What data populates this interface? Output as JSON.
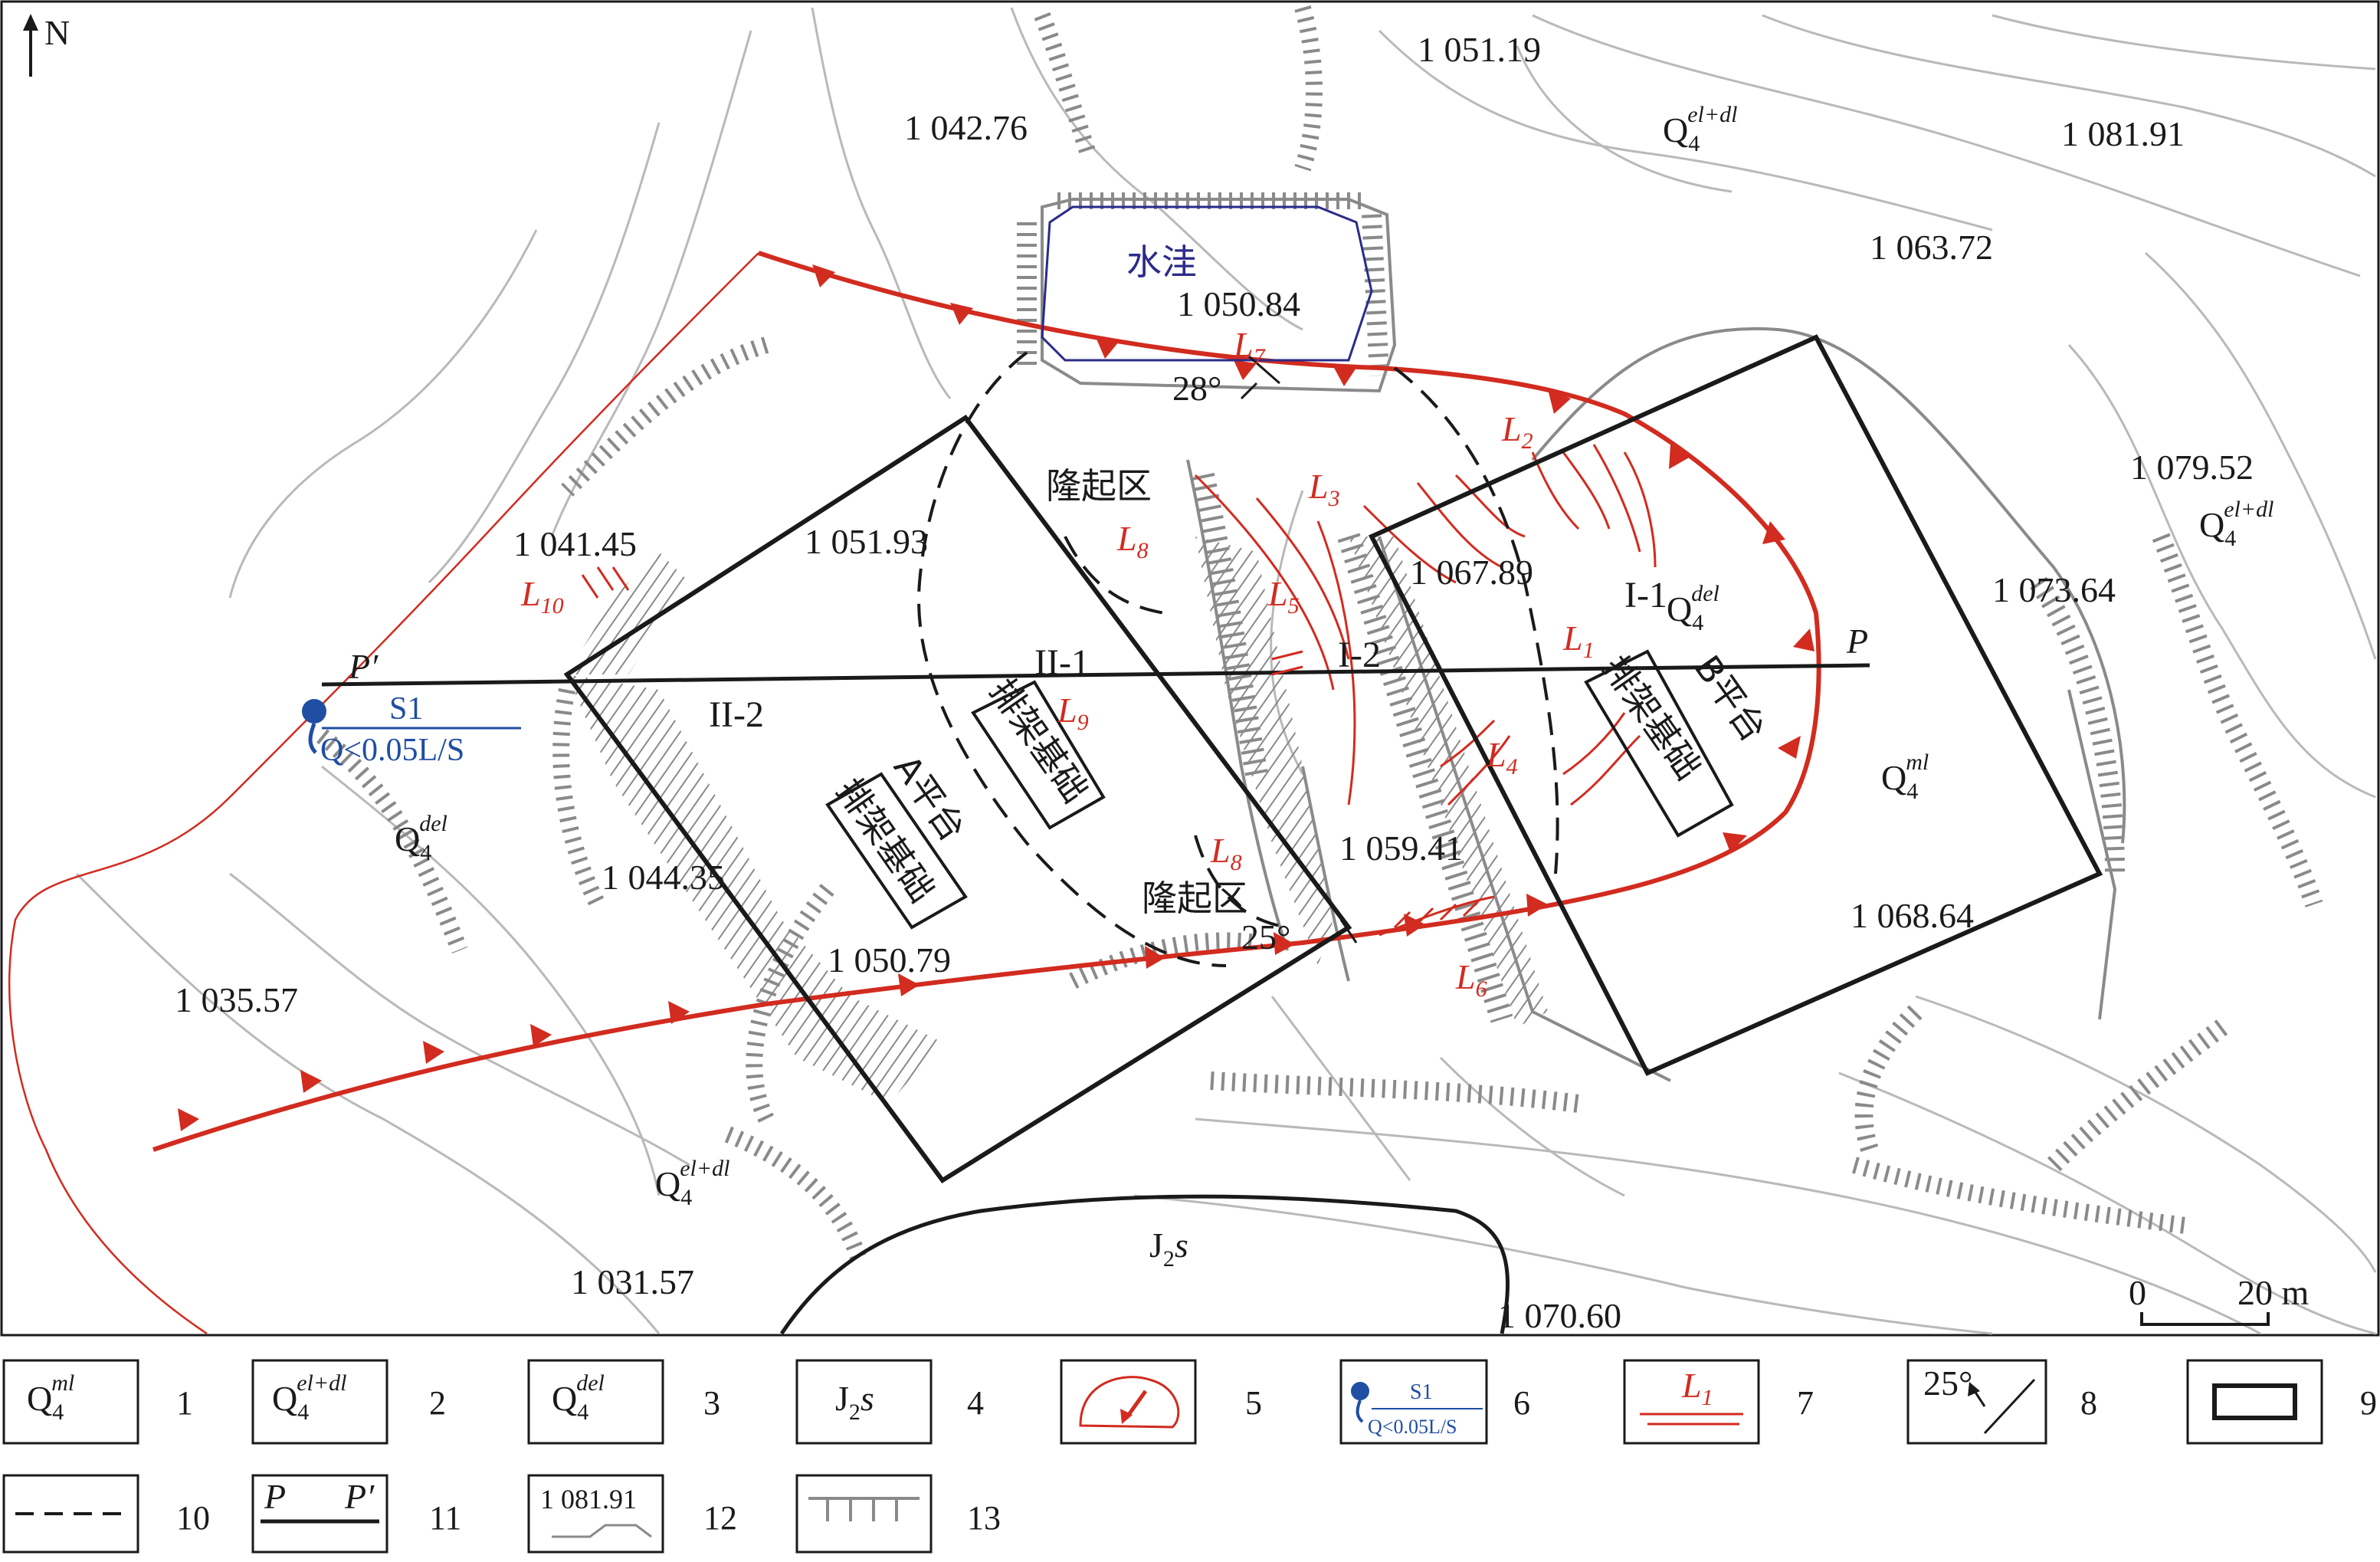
{
  "north": "N",
  "elevations": [
    "1 051.19",
    "1 042.76",
    "1 081.91",
    "1 063.72",
    "1 050.84",
    "1 079.52",
    "1 041.45",
    "1 051.93",
    "1 067.89",
    "1 073.64",
    "1 059.41",
    "1 044.35",
    "1 068.64",
    "1 050.79",
    "1 035.57",
    "1 031.57",
    "1 070.60"
  ],
  "zones": [
    "II-1",
    "I-2",
    "II-2",
    "I-1"
  ],
  "cn_labels": {
    "pond": "水洼",
    "uplift_1": "隆起区",
    "uplift_2": "隆起区",
    "platform_a": "A平台",
    "platform_b": "B平台",
    "foundation_a": "排架基础",
    "foundation_b": "排架基础",
    "foundation_c": "排架基础"
  },
  "cracks": [
    {
      "base": "L",
      "sub": "7"
    },
    {
      "base": "L",
      "sub": "2"
    },
    {
      "base": "L",
      "sub": "3"
    },
    {
      "base": "L",
      "sub": "8"
    },
    {
      "base": "L",
      "sub": "5"
    },
    {
      "base": "L",
      "sub": "10"
    },
    {
      "base": "L",
      "sub": "1"
    },
    {
      "base": "L",
      "sub": "9"
    },
    {
      "base": "L",
      "sub": "4"
    },
    {
      "base": "L",
      "sub": "8"
    },
    {
      "base": "L",
      "sub": "6"
    }
  ],
  "dips": [
    "28°",
    "25°"
  ],
  "profile": {
    "start": "P′",
    "end": "P"
  },
  "spring": {
    "name": "S1",
    "flow": "Q<0.05L/S"
  },
  "strata": [
    {
      "base": "Q",
      "sub": "4",
      "sup": "el+dl"
    },
    {
      "base": "Q",
      "sub": "4",
      "sup": "el+dl"
    },
    {
      "base": "Q",
      "sub": "4",
      "sup": "el+dl"
    },
    {
      "base": "Q",
      "sub": "4",
      "sup": "del"
    },
    {
      "base": "Q",
      "sub": "4",
      "sup": "del"
    },
    {
      "base": "Q",
      "sub": "4",
      "sup": "ml"
    },
    {
      "base": "J",
      "sub": "2",
      "suffix": "s"
    }
  ],
  "scale": {
    "zero": "0",
    "length": "20 m"
  },
  "legend": [
    {
      "num": "1",
      "label": {
        "base": "Q",
        "sub": "4",
        "sup": "ml"
      }
    },
    {
      "num": "2",
      "label": {
        "base": "Q",
        "sub": "4",
        "sup": "el+dl"
      }
    },
    {
      "num": "3",
      "label": {
        "base": "Q",
        "sub": "4",
        "sup": "del"
      }
    },
    {
      "num": "4",
      "label": {
        "base": "J",
        "sub": "2",
        "suffix": "s"
      }
    },
    {
      "num": "5",
      "icon": "landslide-boundary-icon"
    },
    {
      "num": "6",
      "icon": "spring-icon",
      "text_top": "S1",
      "text_bottom": "Q<0.05L/S"
    },
    {
      "num": "7",
      "icon": "crack-icon",
      "text": "L",
      "sub": "1"
    },
    {
      "num": "8",
      "icon": "dip-icon",
      "text": "25°"
    },
    {
      "num": "9",
      "icon": "foundation-box-icon"
    },
    {
      "num": "10",
      "icon": "dashed-boundary-icon"
    },
    {
      "num": "11",
      "icon": "profile-line-icon",
      "text_left": "P",
      "text_right": "P′"
    },
    {
      "num": "12",
      "icon": "contour-icon",
      "text": "1 081.91"
    },
    {
      "num": "13",
      "icon": "scarp-icon"
    }
  ],
  "colors": {
    "landslide": "#d22b1f",
    "pond": "#2b2b8a",
    "spring": "#1f4ea3",
    "contour": "#b9b9b9",
    "scarp": "#8a8a8a"
  }
}
